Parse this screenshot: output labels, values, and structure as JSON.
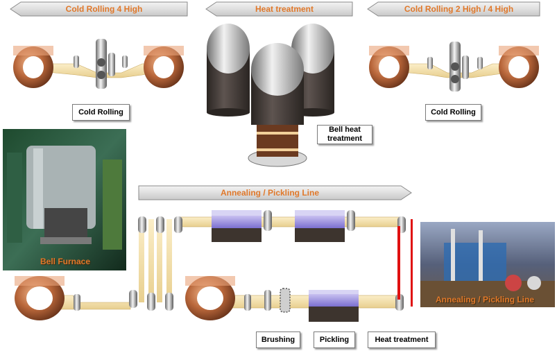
{
  "headers": {
    "cold_rolling_4_high": "Cold Rolling 4 High",
    "heat_treatment": "Heat treatment",
    "cold_rolling_2_4_high": "Cold Rolling 2 High / 4 High",
    "annealing_pickling": "Annealing / Pickling Line"
  },
  "labels": {
    "cold_rolling_left": "Cold Rolling",
    "cold_rolling_right": "Cold Rolling",
    "bell_heat_treatment_line1": "Bell heat",
    "bell_heat_treatment_line2": "treatment",
    "brushing": "Brushing",
    "pickling": "Pickling",
    "heat_treatment_bottom": "Heat treatment"
  },
  "photos": {
    "bell_furnace": "Bell Furnace",
    "annealing_pickling_line": "Annealing / Pickling Line"
  },
  "colors": {
    "accent_orange": "#e0782a",
    "header_gray": "#d9d9d9",
    "strip_cream": "#f6e3b0",
    "copper": "#b8663a",
    "tank_liquid": "#8f84d8",
    "tank_body": "#3d342e",
    "heat_red": "#e01010"
  }
}
